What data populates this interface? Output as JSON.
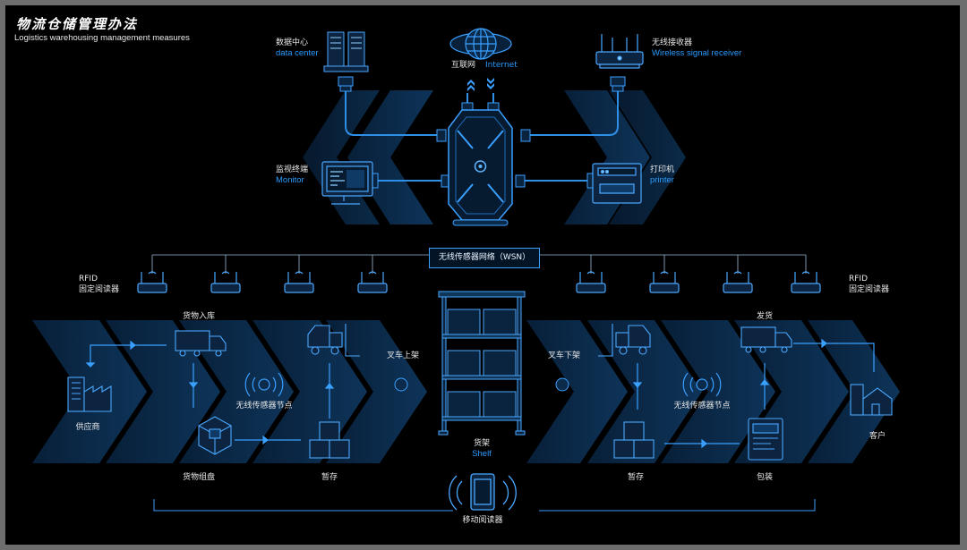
{
  "title": "物流仓储管理办法",
  "subtitle": "Logistics warehousing management measures",
  "colors": {
    "background": "#000000",
    "accent": "#2a9cff",
    "chevron": "#0c2b4a",
    "line": "#2f8fe6",
    "text": "#e6e6e6"
  },
  "nodes": {
    "data_center": {
      "zh": "数据中心",
      "en": "data center"
    },
    "internet": {
      "zh": "互联网",
      "en": "Internet"
    },
    "wireless_receiver": {
      "zh": "无线接收器",
      "en": "Wireless signal receiver"
    },
    "monitor": {
      "zh": "监视终端",
      "en": "Monitor"
    },
    "printer": {
      "zh": "打印机",
      "en": "printer"
    },
    "wsn": "无线传感器网络（WSN）",
    "rfid_left": {
      "line1": "RFID",
      "line2": "固定阅读器"
    },
    "rfid_right": {
      "line1": "RFID",
      "line2": "固定阅读器"
    },
    "goods_in": "货物入库",
    "supplier": "供应商",
    "goods_group": "货物组盘",
    "sensor_left": "无线传感器节点",
    "temp_left": "暂存",
    "forklift_up": "叉车上架",
    "shelf": {
      "zh": "货架",
      "en": "Shelf"
    },
    "forklift_down": "叉车下架",
    "sensor_right": "无线传感器节点",
    "temp_right": "暂存",
    "ship": "发货",
    "packing": "包装",
    "customer": "客户",
    "mobile_reader": "移动阅读器"
  }
}
